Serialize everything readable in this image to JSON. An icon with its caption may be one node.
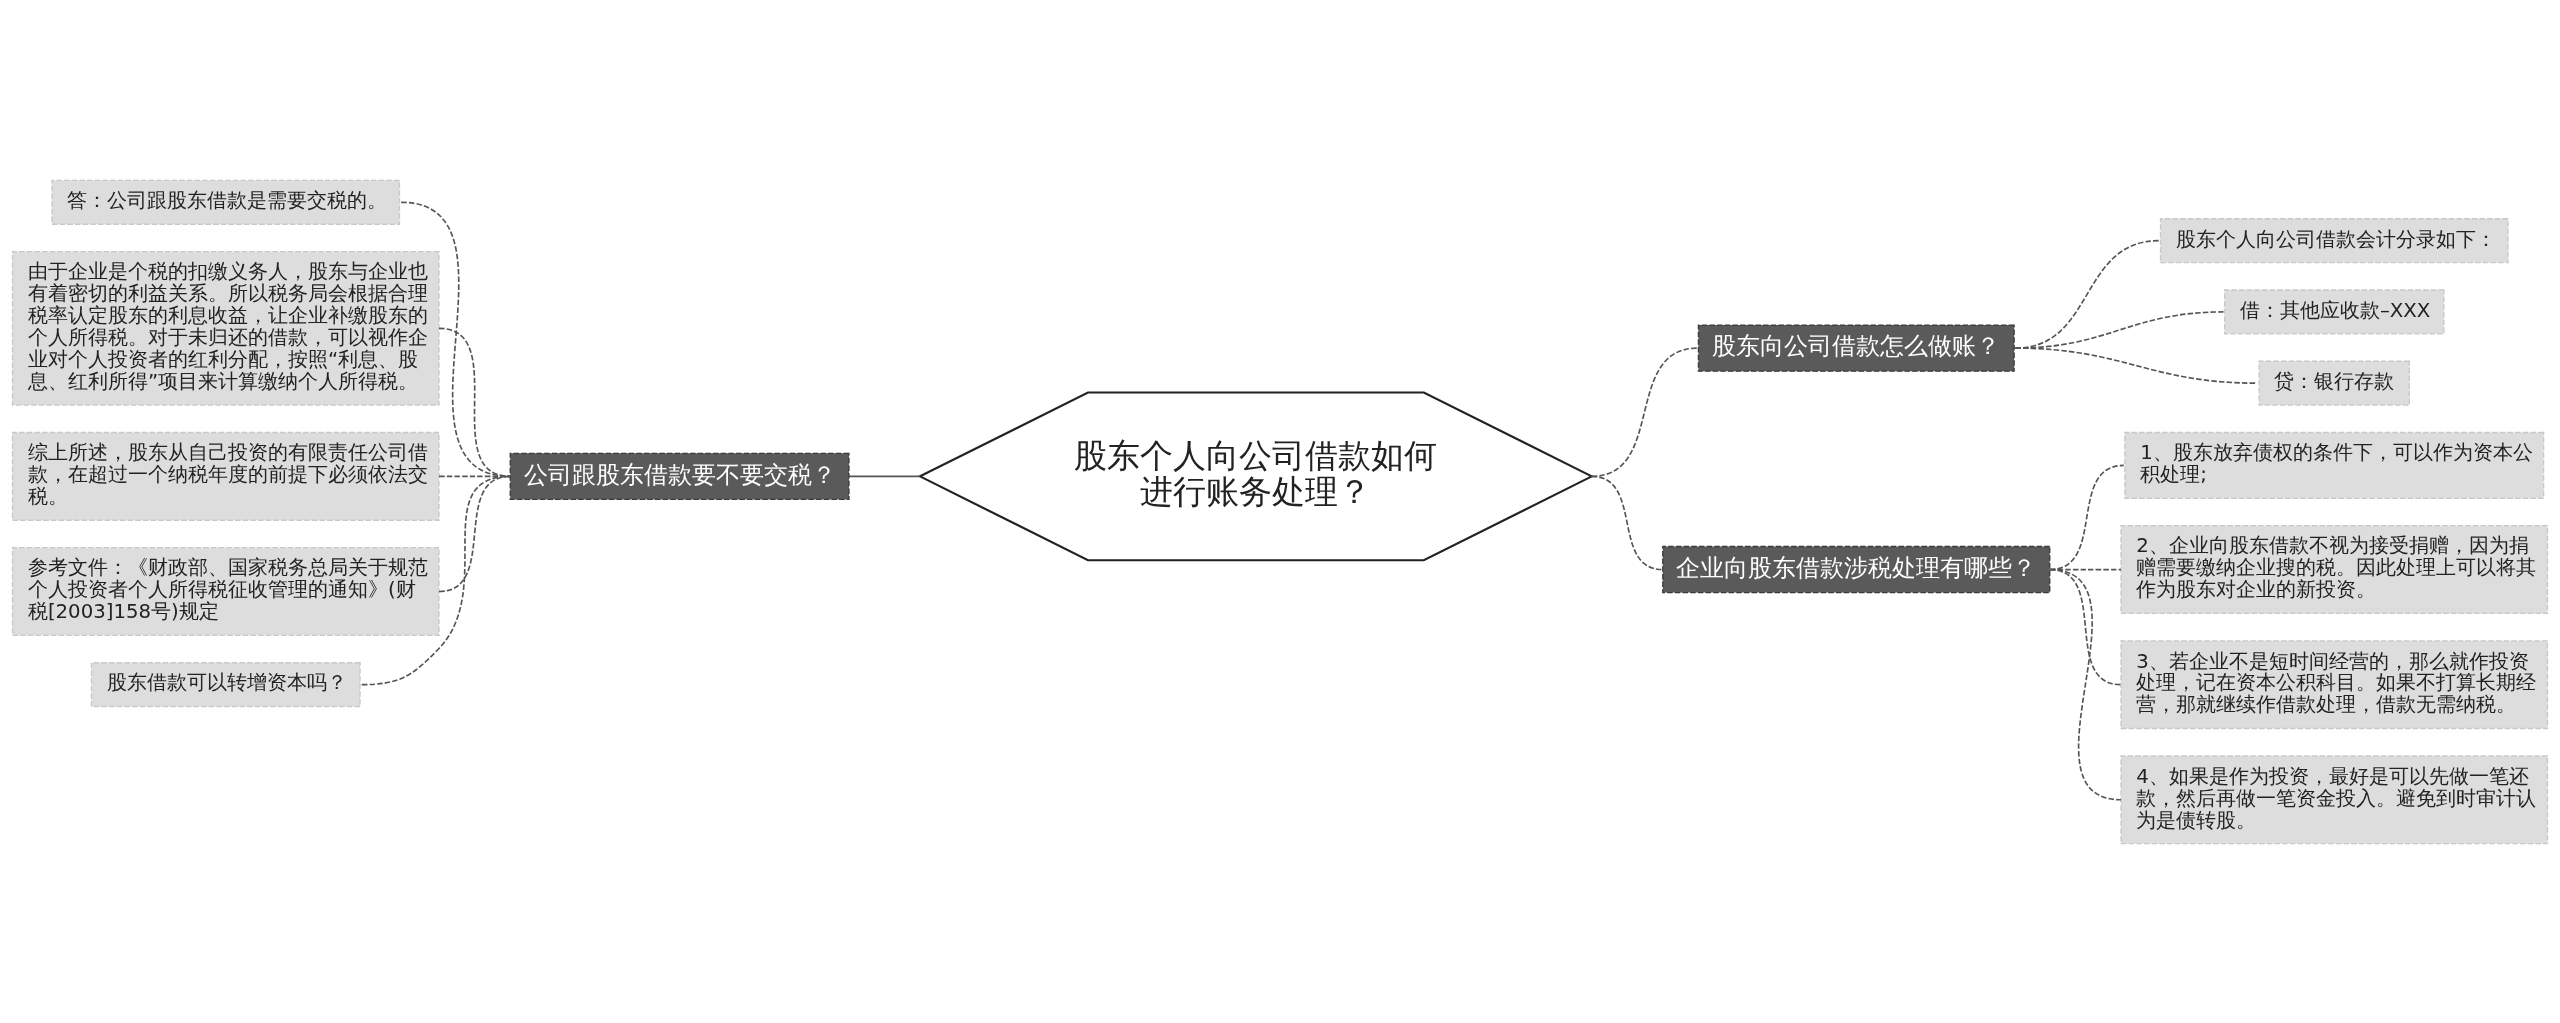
{
  "diagram": {
    "nodes": [
      {
        "text": [
          "股东个人向公司借款如何进行账务处理？"
        ]
      },
      {
        "text": [
          "公司跟股东借款要不要交税？"
        ]
      },
      {
        "text": [
          "答：公司跟股东借款是需要交税的。"
        ]
      },
      {
        "text": [
          "由于企业是个税的扣缴义务人，股东与企业也有着密切的利益关系。所以税务局会根据合理税率认定股东的利息收益，让企业补缴股东的个人所得税。对于未归还的借款，可以视作企业对个人投资者的红利分配，按照“利息、股息、红利所得”项目来计算缴纳个人所得税。"
        ]
      },
      {
        "text": [
          "综上所述，股东从自己投资的有限责任公司借款，在超过一个纳税年度的前提下必须依法交税。"
        ]
      },
      {
        "text": [
          "参考文件：《财政部、国家税务总局关于规范个人投资者个人所得税征收管理的通知》(财税[2003]158号)规定"
        ]
      },
      {
        "text": [
          "股东借款可以转增资本吗？"
        ]
      },
      {
        "text": [
          "股东向公司借款怎么做账？"
        ]
      },
      {
        "text": [
          "股东个人向公司借款会计分录如下："
        ]
      },
      {
        "text": [
          "借：其他应收款–XXX"
        ]
      },
      {
        "text": [
          "贷：银行存款"
        ]
      },
      {
        "text": [
          "企业向股东借款涉税处理有哪些？"
        ]
      },
      {
        "text": [
          "1、股东放弃债权的条件下，可以作为资本公积处理;"
        ]
      },
      {
        "text": [
          "2、企业向股东借款不视为接受捐赠，因为捐赠需要缴纳企业搜的税。因此处理上可以将其作为股东对企业的新投资。"
        ]
      },
      {
        "text": [
          "3、若企业不是短时间经营的，那么就作投资处理，记在资本公积科目。如果不打算长期经营，那就继续作借款处理，借款无需纳税。"
        ]
      },
      {
        "text": [
          "4、如果是作为投资，最好是可以先做一笔还款，然后再做一笔资金投入。避免到时审计认为是债转股。"
        ]
      }
    ],
    "edges": [
      {
        "from": 1,
        "to": 0,
        "arrow": "none"
      },
      {
        "from": 2,
        "to": 1,
        "arrow": "none",
        "style": "dashed"
      },
      {
        "from": 3,
        "to": 1,
        "arrow": "none",
        "style": "dashed"
      },
      {
        "from": 4,
        "to": 1,
        "arrow": "none",
        "style": "dashed"
      },
      {
        "from": 5,
        "to": 1,
        "arrow": "none",
        "style": "dashed"
      },
      {
        "from": 6,
        "to": 1,
        "arrow": "none",
        "style": "dashed"
      },
      {
        "from": 0,
        "to": 7,
        "arrow": "none",
        "style": "dashed"
      },
      {
        "from": 7,
        "to": 8,
        "arrow": "none",
        "style": "dashed"
      },
      {
        "from": 7,
        "to": 9,
        "arrow": "none",
        "style": "dashed"
      },
      {
        "from": 7,
        "to": 10,
        "arrow": "none",
        "style": "dashed"
      },
      {
        "from": 0,
        "to": 11,
        "arrow": "none",
        "style": "dashed"
      },
      {
        "from": 11,
        "to": 12,
        "arrow": "none",
        "style": "dashed"
      },
      {
        "from": 11,
        "to": 13,
        "arrow": "none",
        "style": "dashed"
      },
      {
        "from": 11,
        "to": 14,
        "arrow": "none",
        "style": "dashed"
      },
      {
        "from": 11,
        "to": 15,
        "arrow": "none",
        "style": "dashed"
      }
    ]
  }
}
